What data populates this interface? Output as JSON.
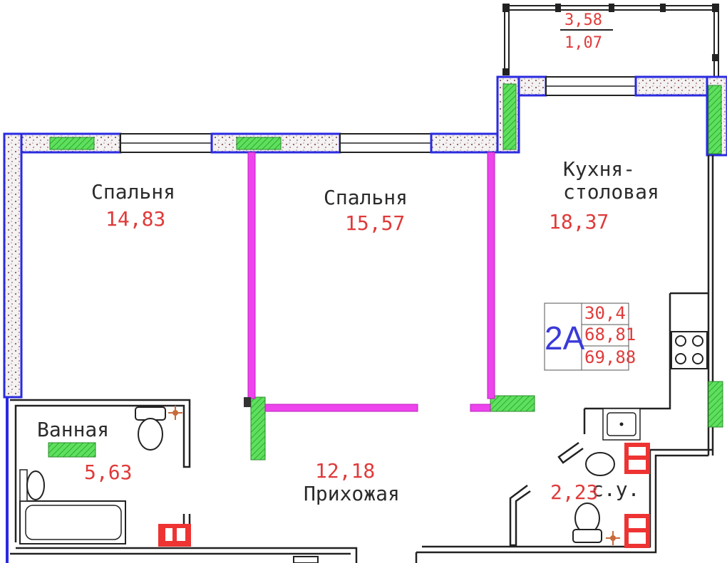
{
  "plan": {
    "apartment_code": "2A",
    "summary": {
      "living_area": "30,4",
      "total_area": "68,81",
      "total_with_balcony": "69,88"
    },
    "balcony": {
      "area": "3,58",
      "reduced_area": "1,07"
    },
    "rooms": [
      {
        "id": "bedroom-1",
        "name": "Спальня",
        "area": "14,83"
      },
      {
        "id": "bedroom-2",
        "name": "Спальня",
        "area": "15,57"
      },
      {
        "id": "kitchen",
        "name_line1": "Кухня-",
        "name_line2": "столовая",
        "area": "18,37"
      },
      {
        "id": "bathroom",
        "name": "Ванная",
        "area": "5,63"
      },
      {
        "id": "hallway",
        "name": "Прихожая",
        "area": "12,18"
      },
      {
        "id": "toilet",
        "name": "с.у.",
        "area": "2,23"
      }
    ]
  },
  "colors": {
    "wall_outer": "#2a2ae0",
    "wall_partition": "#ee44ee",
    "window": "#44dd44",
    "plumbing": "#ee3333",
    "wall_fill": "#f2eeee",
    "wall_line": "#222222"
  }
}
